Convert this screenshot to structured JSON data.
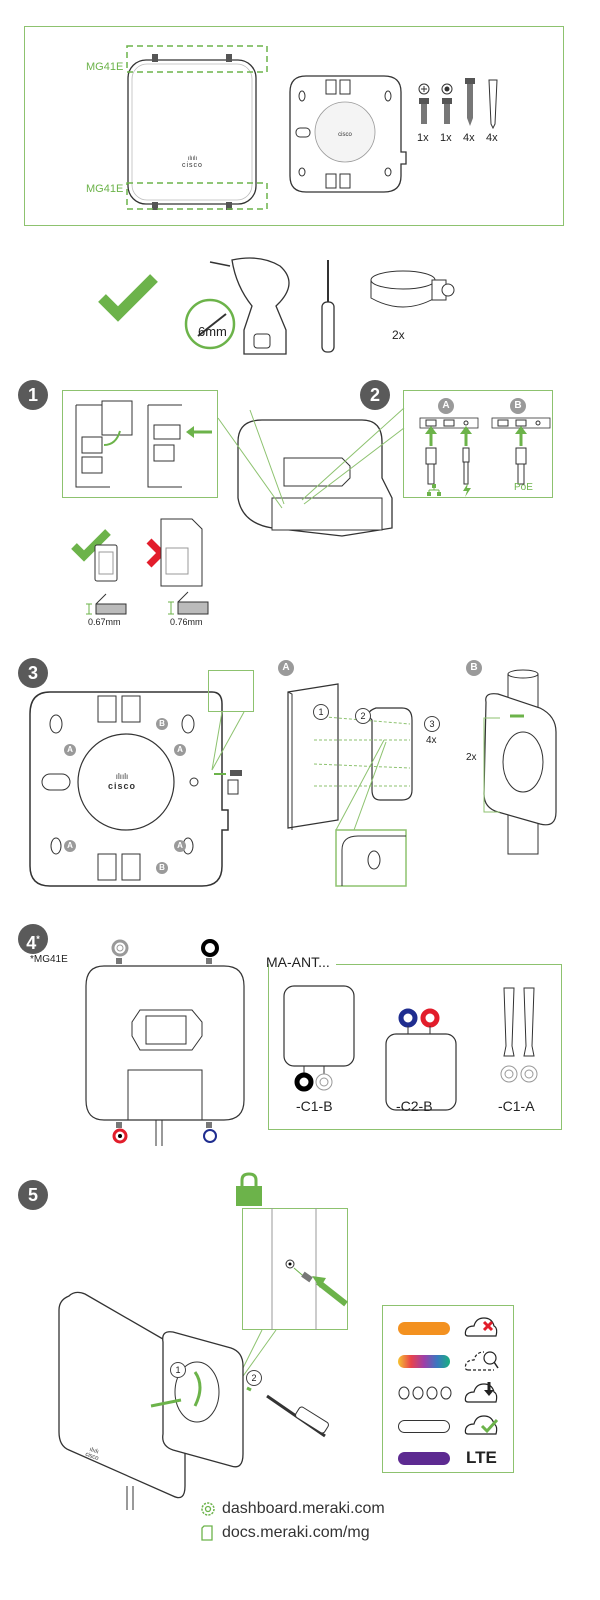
{
  "contents": {
    "model_label_top": "MG41E",
    "model_label_bottom": "MG41E",
    "device_logo": "cisco",
    "bracket_logo": "cisco",
    "hardware": [
      {
        "name": "phillips-screw",
        "head_icon": "phillips-head-icon",
        "qty": "1x"
      },
      {
        "name": "torx-screw",
        "head_icon": "torx-head-icon",
        "qty": "1x"
      },
      {
        "name": "wood-screw",
        "qty": "4x"
      },
      {
        "name": "wall-anchor",
        "qty": "4x"
      }
    ]
  },
  "tools": {
    "check_icon": "checkmark-icon",
    "drill_bit_size": "6mm",
    "clamp_qty": "2x"
  },
  "step1": {
    "number": "1",
    "sim_ok_thickness": "0.67mm",
    "sim_bad_thickness": "0.76mm"
  },
  "step2": {
    "number": "2",
    "option_a": "A",
    "option_b": "B",
    "ethernet_icon": "network-icon",
    "power_icon": "power-bolt-icon",
    "poe_label": "PoE"
  },
  "step3": {
    "number": "3",
    "slot_a": "A",
    "slot_b": "B",
    "bracket_logo": "cisco",
    "wall_option": "A",
    "pole_option": "B",
    "wall_steps": [
      "1",
      "2",
      "3"
    ],
    "screw_qty": "4x",
    "strap_qty": "2x"
  },
  "step4": {
    "number": "4",
    "superscript": "*",
    "note": "*MG41E",
    "antenna_prefix": "MA-ANT...",
    "antennas": [
      {
        "model": "-C1-B",
        "connectors": [
          "#000000",
          "#ffffff"
        ]
      },
      {
        "model": "-C2-B",
        "connectors": [
          "#1f2d8f",
          "#e21d2b"
        ]
      },
      {
        "model": "-C1-A",
        "connectors": [
          "#ffffff",
          "#ffffff"
        ]
      }
    ]
  },
  "step5": {
    "number": "5",
    "lock_icon": "lock-icon",
    "sub_steps": [
      "1",
      "2"
    ],
    "device_logo": "cisco",
    "led_legend": [
      {
        "led": "solid orange",
        "color": "#f39120",
        "status_icon": "cloud-error-icon"
      },
      {
        "led": "rainbow",
        "color": "gradient",
        "status_icon": "cloud-searching-icon"
      },
      {
        "led": "4 dots off",
        "color": "#ffffff",
        "status_icon": "cloud-download-icon"
      },
      {
        "led": "solid white",
        "color": "#ffffff",
        "status_icon": "cloud-ok-icon"
      },
      {
        "led": "solid purple",
        "color": "#5d2a91",
        "status_text": "LTE"
      }
    ]
  },
  "footer": {
    "links": [
      {
        "icon": "gear-icon",
        "text": "dashboard.meraki.com"
      },
      {
        "icon": "document-icon",
        "text": "docs.meraki.com/mg"
      }
    ]
  },
  "colors": {
    "accent_green": "#6cb34a",
    "frame_green": "#8dc26f",
    "step_badge": "#5a5a5a",
    "error_red": "#e21d2b"
  }
}
